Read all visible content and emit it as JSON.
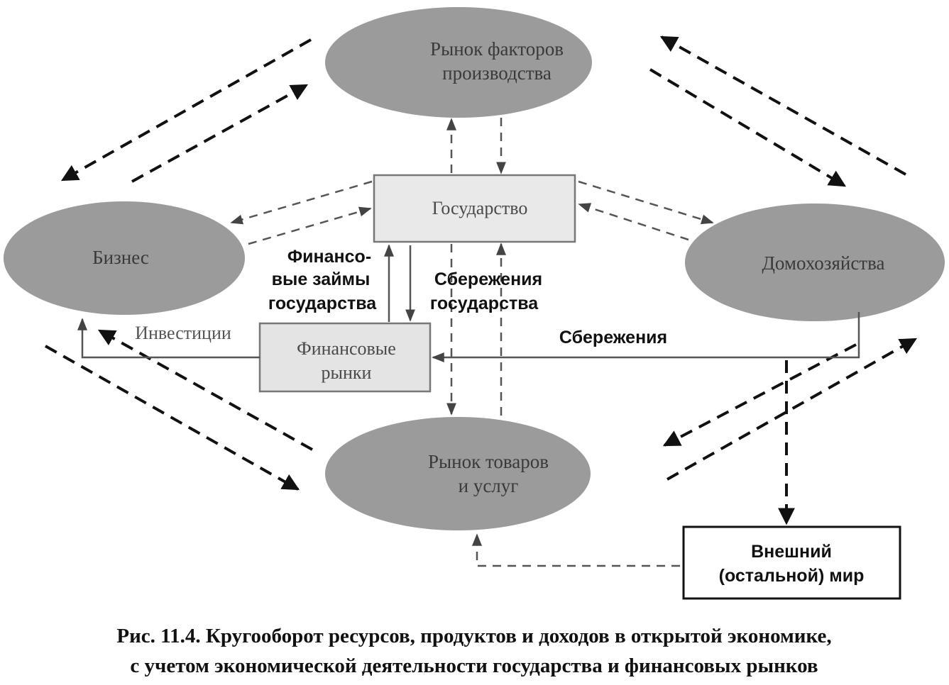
{
  "nodes": {
    "factor_market": {
      "line1": "Рынок факторов",
      "line2": "производства"
    },
    "government": {
      "label": "Государство"
    },
    "business": {
      "label": "Бизнес"
    },
    "households": {
      "label": "Домохозяйства"
    },
    "financial_markets": {
      "line1": "Финансовые",
      "line2": "рынки"
    },
    "goods_market": {
      "line1": "Рынок товаров",
      "line2": "и услуг"
    },
    "rest_of_world": {
      "line1": "Внешний",
      "line2": "(остальной)  мир"
    }
  },
  "labels": {
    "gov_loans": {
      "line1": "Финансо-",
      "line2": "вые займы",
      "line3": "государства"
    },
    "gov_savings": {
      "line1": "Сбережения",
      "line2": "государства"
    },
    "investments": "Инвестиции",
    "savings": "Сбережения"
  },
  "caption": {
    "line1": "Рис. 11.4. Кругооборот ресурсов, продуктов и доходов в открытой экономике,",
    "line2": "с учетом экономической деятельности государства и финансовых рынков"
  }
}
